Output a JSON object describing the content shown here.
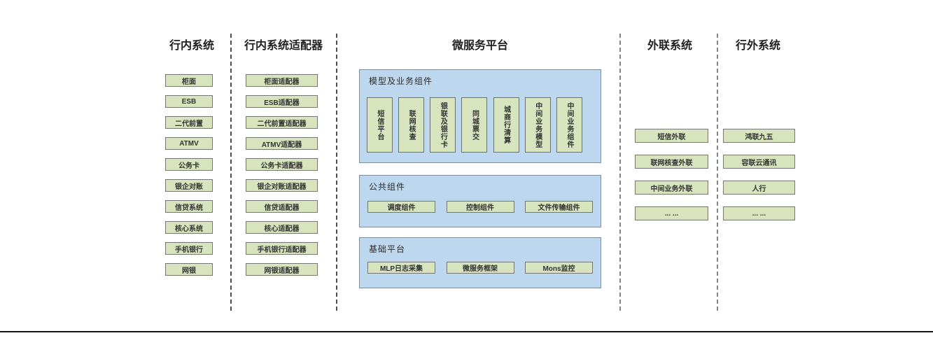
{
  "diagram": {
    "columns": [
      {
        "id": "internal-systems",
        "title": "行内系统",
        "boxes": [
          "柜面",
          "ESB",
          "二代前置",
          "ATMV",
          "公务卡",
          "银企对账",
          "信贷系统",
          "核心系统",
          "手机银行",
          "网银"
        ]
      },
      {
        "id": "internal-system-adapters",
        "title": "行内系统适配器",
        "boxes": [
          "柜面适配器",
          "ESB适配器",
          "二代前置适配器",
          "ATMV适配器",
          "公务卡适配器",
          "银企对账适配器",
          "信贷适配器",
          "核心适配器",
          "手机银行适配器",
          "网银适配器"
        ]
      },
      {
        "id": "external-link-systems",
        "title": "外联系统",
        "boxes": [
          "短信外联",
          "联网核查外联",
          "中间业务外联",
          "... ..."
        ]
      },
      {
        "id": "outside-bank-systems",
        "title": "行外系统",
        "boxes": [
          "鸿联九五",
          "容联云通讯",
          "人行",
          "... ..."
        ]
      }
    ],
    "platform": {
      "title": "微服务平台",
      "panels": [
        {
          "id": "model-business-components",
          "label": "模型及业务组件",
          "orientation": "vertical",
          "boxes": [
            "短信平台",
            "联网核查",
            "银联及银行卡",
            "同城票交",
            "城商行清算",
            "中间业务模型",
            "中间业务组件"
          ]
        },
        {
          "id": "common-components",
          "label": "公共组件",
          "orientation": "horizontal",
          "boxes": [
            "调度组件",
            "控制组件",
            "文件传输组件"
          ]
        },
        {
          "id": "base-platform",
          "label": "基础平台",
          "orientation": "horizontal",
          "boxes": [
            "MLP日志采集",
            "微服务框架",
            "Mons监控"
          ]
        }
      ]
    },
    "colors": {
      "box_fill": "#d7e4bd",
      "box_border": "#757575",
      "panel_fill": "#bdd7ee",
      "panel_border": "#7d8c9e",
      "separator_dark": "#4f4f4f",
      "separator_light": "#868686",
      "title_text": "#1f1f1f",
      "box_text": "#333333",
      "baseline": "#141414"
    }
  }
}
